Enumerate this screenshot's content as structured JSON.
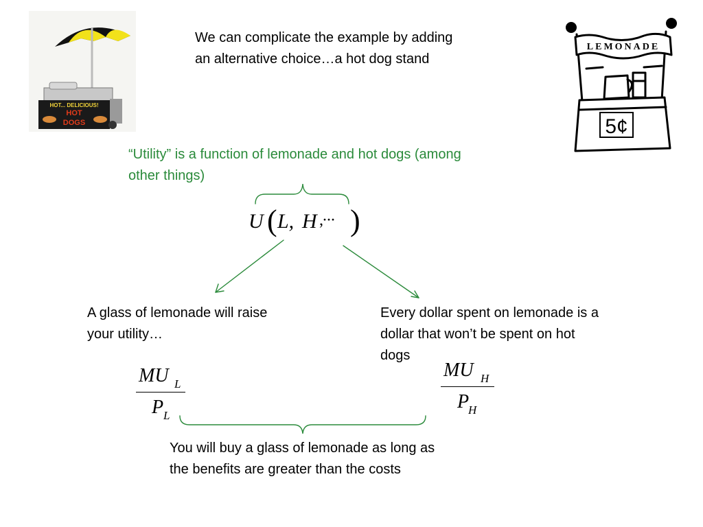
{
  "slide": {
    "intro_line1": "We can complicate the example by adding",
    "intro_line2": "an alternative choice…a hot dog stand",
    "utility_line1": "“Utility” is a function of lemonade and hot dogs (among",
    "utility_line2": "other things)",
    "utility_formula": {
      "func": "U",
      "open_paren": "(",
      "arg1": "L,",
      "arg2": "H",
      "rest": ",···",
      "close_paren": ")"
    },
    "left_line1": "A glass of lemonade will raise",
    "left_line2": "your utility…",
    "right_line1": "Every dollar spent on lemonade is a",
    "right_line2": "dollar that won’t be spent on hot",
    "right_line3": "dogs",
    "mu_l": {
      "numer": "MU",
      "numer_sub": "L",
      "denom": "P",
      "denom_sub": "L"
    },
    "mu_h": {
      "numer": "MU",
      "numer_sub": "H",
      "denom": "P",
      "denom_sub": "H"
    },
    "bottom_line1": "You will buy a glass of lemonade as long as",
    "bottom_line2": "the benefits are greater than the costs"
  },
  "hotdog_cart": {
    "sign_line1": "HOT... DELICIOUS!",
    "sign_line2": "HOT",
    "sign_line3": "DOGS",
    "umbrella_colors": [
      "#f2e21a",
      "#111111"
    ]
  },
  "lemonade_stand": {
    "banner": "LEMONADE",
    "price": "5¢"
  },
  "colors": {
    "accent_green": "#2a8a3a"
  }
}
